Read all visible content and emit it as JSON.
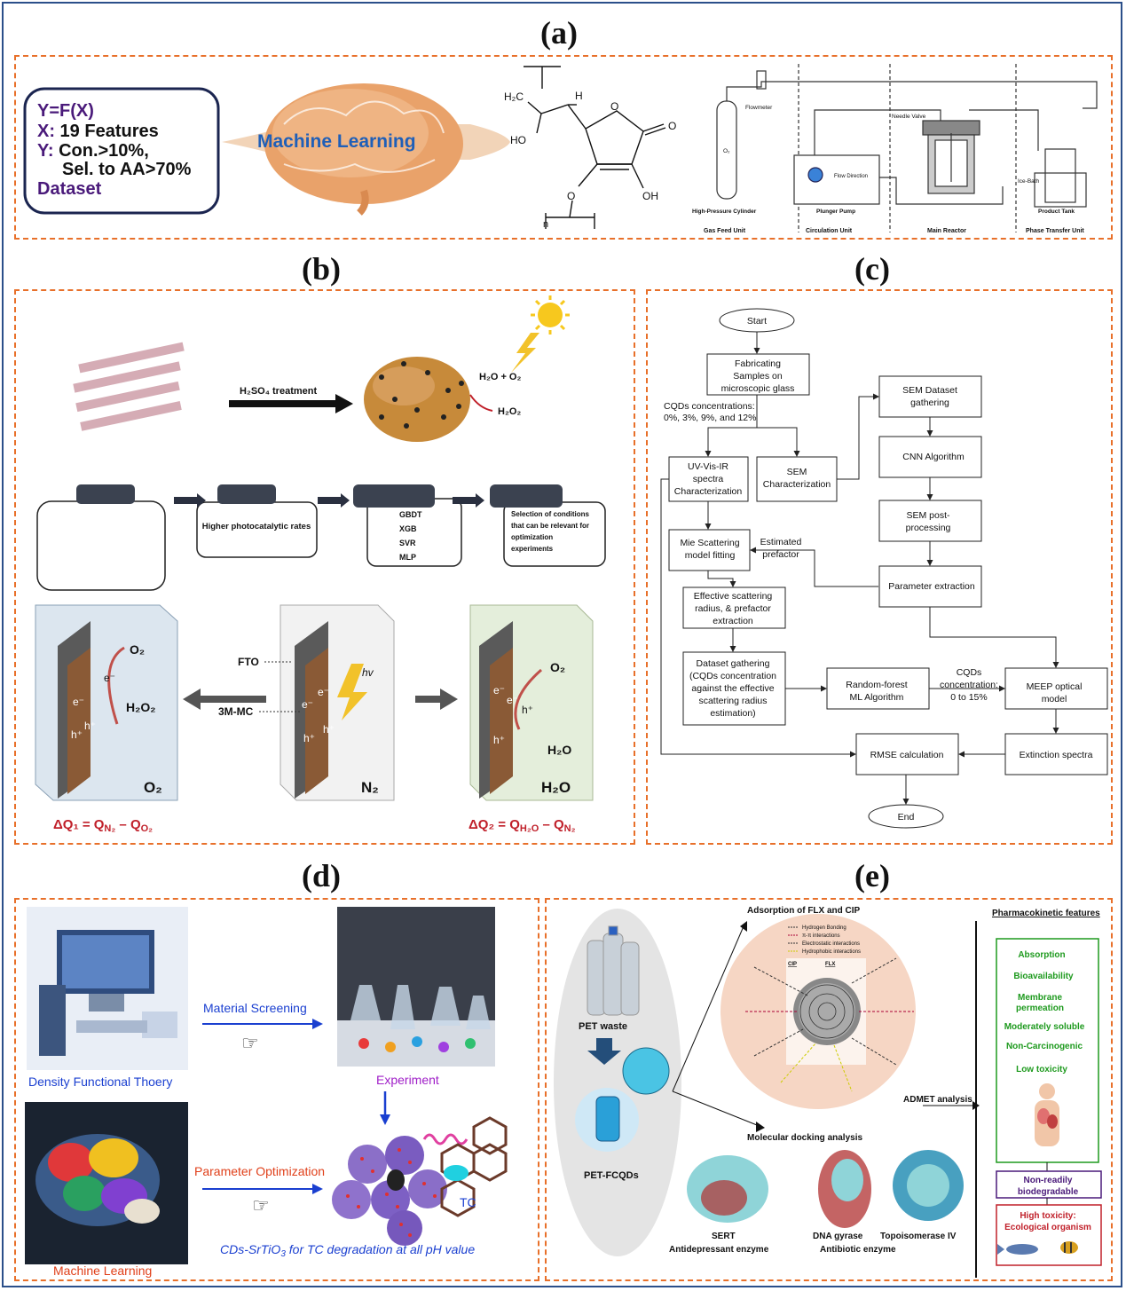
{
  "panels": {
    "a": "(a)",
    "b": "(b)",
    "c": "(c)",
    "d": "(d)",
    "e": "(e)"
  },
  "a": {
    "yfx": "Y=F(X)",
    "x_key": "X:",
    "x_val": " 19 Features",
    "y_key": "Y:",
    "y_val": " Con.>10%,",
    "sel": "Sel. to AA>70%",
    "dataset": "Dataset",
    "ml": "Machine Learning",
    "mol": {
      "h2c": "H₂C",
      "h": "H",
      "ho": "HO",
      "o": "O",
      "oh": "OH",
      "n": "n"
    },
    "reactor": {
      "flowmeter": "Flowmeter",
      "needle": "Needle Valve",
      "o2": "O₂",
      "flow_dir": "Flow Direction",
      "ice": "Ice-Bath",
      "cyl": "High-Pressure Cylinder",
      "pump": "Plunger Pump",
      "main": "Main Reactor",
      "tank": "Product Tank",
      "gas": "Gas Feed Unit",
      "circ": "Circulation Unit",
      "main_u": "Main Reactor",
      "phase": "Phase Transfer Unit"
    }
  },
  "b": {
    "h2so4": "H₂SO₄ treatment",
    "h2o_o2": "H₂O + O₂",
    "h2o2": "H₂O₂",
    "box2": "Higher photocatalytic rates",
    "models": [
      "GBDT",
      "XGB",
      "SVR",
      "MLP"
    ],
    "box4": [
      "Selection of conditions",
      "that can be relevant for",
      "optimization",
      "experiments"
    ],
    "o2": "O₂",
    "e": "e⁻",
    "h2o2b": "H₂O₂",
    "h": "h⁺",
    "fto": "FTO",
    "mc": "3M-MC",
    "hv": "hv",
    "gas_o2": "O₂",
    "gas_n2": "N₂",
    "gas_h2o": "H₂O",
    "h2o": "H₂O",
    "dq1": "ΔQ₁ = Q",
    "dq1b": "N₂",
    "dq1c": " – Q",
    "dq1d": "O₂",
    "dq2": "ΔQ₂ = Q",
    "dq2b": "H₂O",
    "dq2c": " – Q",
    "dq2d": "N₂"
  },
  "c": {
    "start": "Start",
    "fab": [
      "Fabricating",
      "Samples on",
      "microscopic glass"
    ],
    "cqd": [
      "CQDs concentrations:",
      "0%, 3%, 9%, and 12%"
    ],
    "uv": [
      "UV-Vis-IR",
      "spectra",
      "Characterization"
    ],
    "sem": [
      "SEM",
      "Characterization"
    ],
    "semd": [
      "SEM Dataset",
      "gathering"
    ],
    "cnn": [
      "CNN Algorithm"
    ],
    "semp": [
      "SEM post-",
      "processing"
    ],
    "param": [
      "Parameter extraction"
    ],
    "mie": [
      "Mie Scattering",
      "model fitting"
    ],
    "est": [
      "Estimated",
      "prefactor"
    ],
    "eff": [
      "Effective scattering",
      "radius, & prefactor",
      "extraction"
    ],
    "dsg": [
      "Dataset gathering",
      "(CQDs concentration",
      "against the effective",
      "scattering radius",
      "estimation)"
    ],
    "rf": [
      "Random-forest",
      "ML Algorithm"
    ],
    "cqdc": [
      "CQDs",
      "concentration:",
      "0 to 15%"
    ],
    "meep": [
      "MEEP optical",
      "model"
    ],
    "rmse": [
      "RMSE calculation"
    ],
    "ext": [
      "Extinction spectra"
    ],
    "end": "End"
  },
  "d": {
    "dft": "Density Functional Thoery",
    "ms": "Material Screening",
    "exp": "Experiment",
    "po": "Parameter Optimization",
    "ml": "Machine Learning",
    "tc": "TC",
    "cap": "CDs-SrTiO",
    "cap_sub": "3",
    "cap_end": " for TC degradation at all pH value"
  },
  "e": {
    "adsorb": "Adsorption of FLX and CIP",
    "legend": [
      "Hydrogen Bonding",
      "π-π interactions",
      "Electrostatic interactions",
      "Hydrophobic interactions"
    ],
    "cip": "CIP",
    "flx": "FLX",
    "pet": "PET waste",
    "petf": "PET-FCQDs",
    "docking": "Molecular docking analysis",
    "sert": "SERT",
    "sert2": "Antidepressant enzyme",
    "dna": "DNA gyrase",
    "topo": "Topoisomerase IV",
    "anti": "Antibiotic enzyme",
    "admet": "ADMET analysis",
    "pk": "Pharmacokinetic features",
    "features": [
      "Absorption",
      "Bioavailability",
      "Membrane",
      "permeation",
      "Moderately soluble",
      "Non-Carcinogenic",
      "Low toxicity"
    ],
    "nrb": [
      "Non-readily",
      "biodegradable"
    ],
    "ht": [
      "High toxicity:",
      "Ecological organism"
    ]
  },
  "colors": {
    "dash": "#e8702a",
    "frame": "#2b4f8a",
    "accent_blue": "#1a3fd0",
    "green": "#1e9a1e",
    "purple": "#4a1a7a",
    "red": "#c0202a"
  }
}
